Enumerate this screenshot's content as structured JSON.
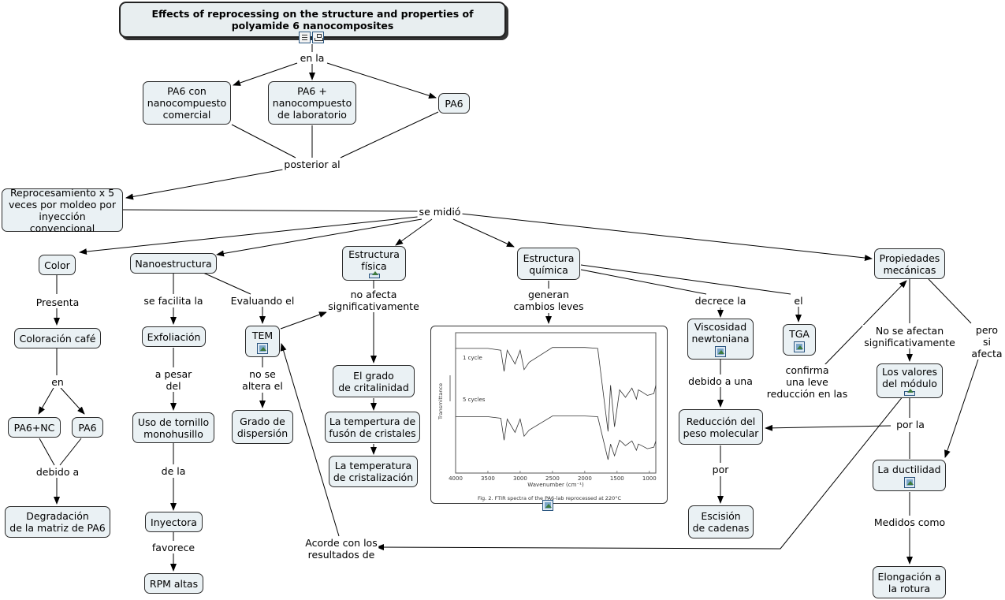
{
  "title": "Effects of reprocessing on the structure and properties of polyamide 6 nanocomposites",
  "nodes": {
    "pa6_comercial": "PA6 con\nnanocompuesto\ncomercial",
    "pa6_lab": "PA6 +\nnanocompuesto\nde laboratorio",
    "pa6": "PA6",
    "reprocesamiento": "Reprocesamiento x 5\nveces por moldeo por\ninyección convencional",
    "color": "Color",
    "nanoestructura": "Nanoestructura",
    "estructura_fisica": "Estructura\nfísica",
    "estructura_quimica": "Estructura\nquímica",
    "propiedades": "Propiedades\nmecánicas",
    "coloracion": "Coloración café",
    "pa6nc": "PA6+NC",
    "pa6_b": "PA6",
    "degradacion": "Degradación\nde la matriz de PA6",
    "exfoliacion": "Exfoliación",
    "tornillo": "Uso de tornillo\nmonohusillo",
    "inyectora": "Inyectora",
    "rpm": "RPM altas",
    "tem": "TEM",
    "dispersion": "Grado de\ndispersión",
    "cristalinidad": "El grado\nde critalinidad",
    "fusion": "La tempertura de\nfusón de cristales",
    "cristalizacion": "La temperatura\nde cristalización",
    "viscosidad": "Viscosidad\nnewtoniana",
    "tga": "TGA",
    "reduccion": "Reducción del\npeso molecular",
    "escision": "Escisión\nde cadenas",
    "modulo": "Los valores\ndel módulo",
    "ductilidad": "La ductilidad",
    "elongacion": "Elongación a\nla rotura"
  },
  "labels": {
    "en_la": "en la",
    "posterior_al": "posterior al",
    "se_midio": "se midió",
    "presenta": "Presenta",
    "en": "en",
    "debido_a": "debido a",
    "se_facilita": "se facilita la",
    "a_pesar": "a pesar\ndel",
    "de_la": "de la",
    "favorece": "favorece",
    "evaluando": "Evaluando el",
    "no_se_altera": "no se\naltera el",
    "no_afecta": "no afecta\nsignificativamente",
    "generan": "generan\ncambios leves",
    "decrece": "decrece la",
    "el": "el",
    "confirma": "confirma\nuna leve\nreducción en las",
    "debido_a_una": "debido a una",
    "por": "por",
    "no_se_afectan": "No se afectan\nsignificativamente",
    "pero_si": "pero si\nafecta",
    "por_la": "por la",
    "medidos": "Medidos como",
    "acorde": "Acorde con los\nresultados de"
  },
  "figure": {
    "caption": "Fig. 2. FTIR spectra of the PA6-lab reprocessed at 220°C",
    "xlabel": "Wavenumber (cm⁻¹)",
    "ylabel": "Transmittance",
    "series_labels": [
      "1 cycle",
      "5 cycles"
    ],
    "x_ticks": [
      "4000",
      "3500",
      "3000",
      "2500",
      "2000",
      "1500",
      "1000"
    ]
  },
  "chart_data": {
    "type": "line",
    "title": "",
    "xlabel": "Wavenumber (cm⁻¹)",
    "ylabel": "Transmittance",
    "xlim": [
      4000,
      900
    ],
    "series": [
      {
        "name": "1 cycle",
        "x": [
          4000,
          3500,
          3300,
          3250,
          3200,
          3080,
          3000,
          2940,
          2860,
          2500,
          2000,
          1800,
          1640,
          1600,
          1540,
          1460,
          1370,
          1270,
          1200,
          1170,
          1120,
          1030,
          930,
          900
        ],
        "y": [
          0.95,
          0.95,
          0.93,
          0.7,
          0.93,
          0.78,
          0.93,
          0.72,
          0.8,
          0.96,
          0.96,
          0.95,
          0.05,
          0.55,
          0.1,
          0.5,
          0.42,
          0.52,
          0.4,
          0.5,
          0.48,
          0.44,
          0.46,
          0.55
        ]
      },
      {
        "name": "5 cycles",
        "x": [
          4000,
          3500,
          3300,
          3250,
          3200,
          3080,
          3000,
          2940,
          2860,
          2500,
          2000,
          1800,
          1640,
          1600,
          1540,
          1460,
          1370,
          1270,
          1200,
          1170,
          1120,
          1030,
          930,
          900
        ],
        "y": [
          0.55,
          0.55,
          0.53,
          0.25,
          0.52,
          0.35,
          0.52,
          0.3,
          0.38,
          0.56,
          0.56,
          0.55,
          0.0,
          0.2,
          0.05,
          0.25,
          0.18,
          0.24,
          0.12,
          0.2,
          0.18,
          0.14,
          0.16,
          0.24
        ]
      }
    ]
  }
}
